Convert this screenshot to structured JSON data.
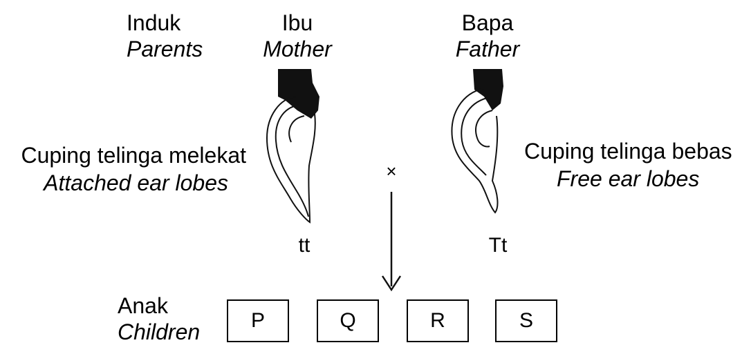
{
  "parents": {
    "label_ms": "Induk",
    "label_en": "Parents"
  },
  "mother": {
    "label_ms": "Ibu",
    "label_en": "Mother",
    "trait_ms": "Cuping telinga melekat",
    "trait_en": "Attached ear lobes",
    "genotype": "tt",
    "icon": "attached-ear-lobe-icon"
  },
  "father": {
    "label_ms": "Bapa",
    "label_en": "Father",
    "trait_ms": "Cuping telinga bebas",
    "trait_en": "Free ear lobes",
    "genotype": "Tt",
    "icon": "free-ear-lobe-icon"
  },
  "cross_symbol": "×",
  "children": {
    "label_ms": "Anak",
    "label_en": "Children",
    "boxes": [
      "P",
      "Q",
      "R",
      "S"
    ]
  }
}
